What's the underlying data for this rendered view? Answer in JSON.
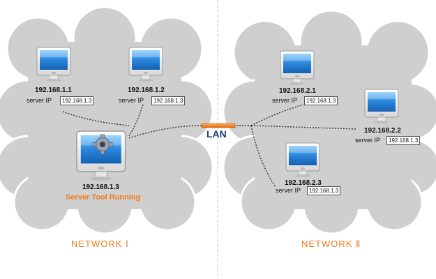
{
  "lan_label": "LAN",
  "networks": [
    {
      "label": "NETWORK Ⅰ"
    },
    {
      "label": "NETWORK Ⅱ"
    }
  ],
  "server_ip_label": "server IP",
  "computers": [
    {
      "ip": "192.168.1.1",
      "server_ip": "192.168.1.3"
    },
    {
      "ip": "192.168.1.2",
      "server_ip": "192.168.1.3"
    },
    {
      "ip": "192.168.1.3",
      "status": "Server Tool Running"
    },
    {
      "ip": "192.168.2.1",
      "server_ip": "192.168.1.3"
    },
    {
      "ip": "192.168.2.2",
      "server_ip": "192.168.1.3"
    },
    {
      "ip": "192.168.2.3",
      "server_ip": "192.168.1.3"
    }
  ],
  "colors": {
    "cloud": "#cfcfcf",
    "cloud_edge": "#ffffff",
    "accent": "#f07a1a",
    "lan_text": "#1a3a7a",
    "screen": "#2f8fe0"
  }
}
